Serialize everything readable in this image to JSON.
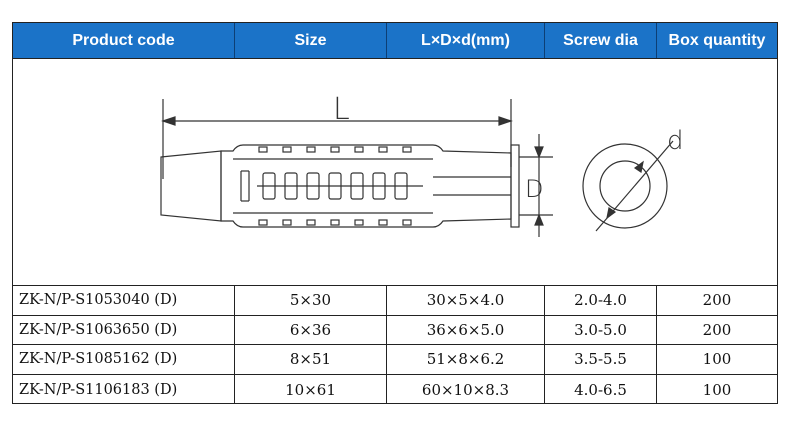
{
  "headers": [
    "Product code",
    "Size",
    "L×D×d(mm)",
    "Screw dia",
    "Box quantity"
  ],
  "diagram_labels": {
    "length": "L",
    "diameter": "D",
    "inner": "d"
  },
  "rows": [
    [
      "ZK-N/P-S1053040 (D)",
      "5×30",
      "30×5×4.0",
      "2.0-4.0",
      "200"
    ],
    [
      "ZK-N/P-S1063650 (D)",
      "6×36",
      "36×6×5.0",
      "3.0-5.0",
      "200"
    ],
    [
      "ZK-N/P-S1085162 (D)",
      "8×51",
      "51×8×6.2",
      "3.5-5.5",
      "100"
    ],
    [
      "ZK-N/P-S1106183 (D)",
      "10×61",
      "60×10×8.3",
      "4.0-6.5",
      "100"
    ]
  ]
}
